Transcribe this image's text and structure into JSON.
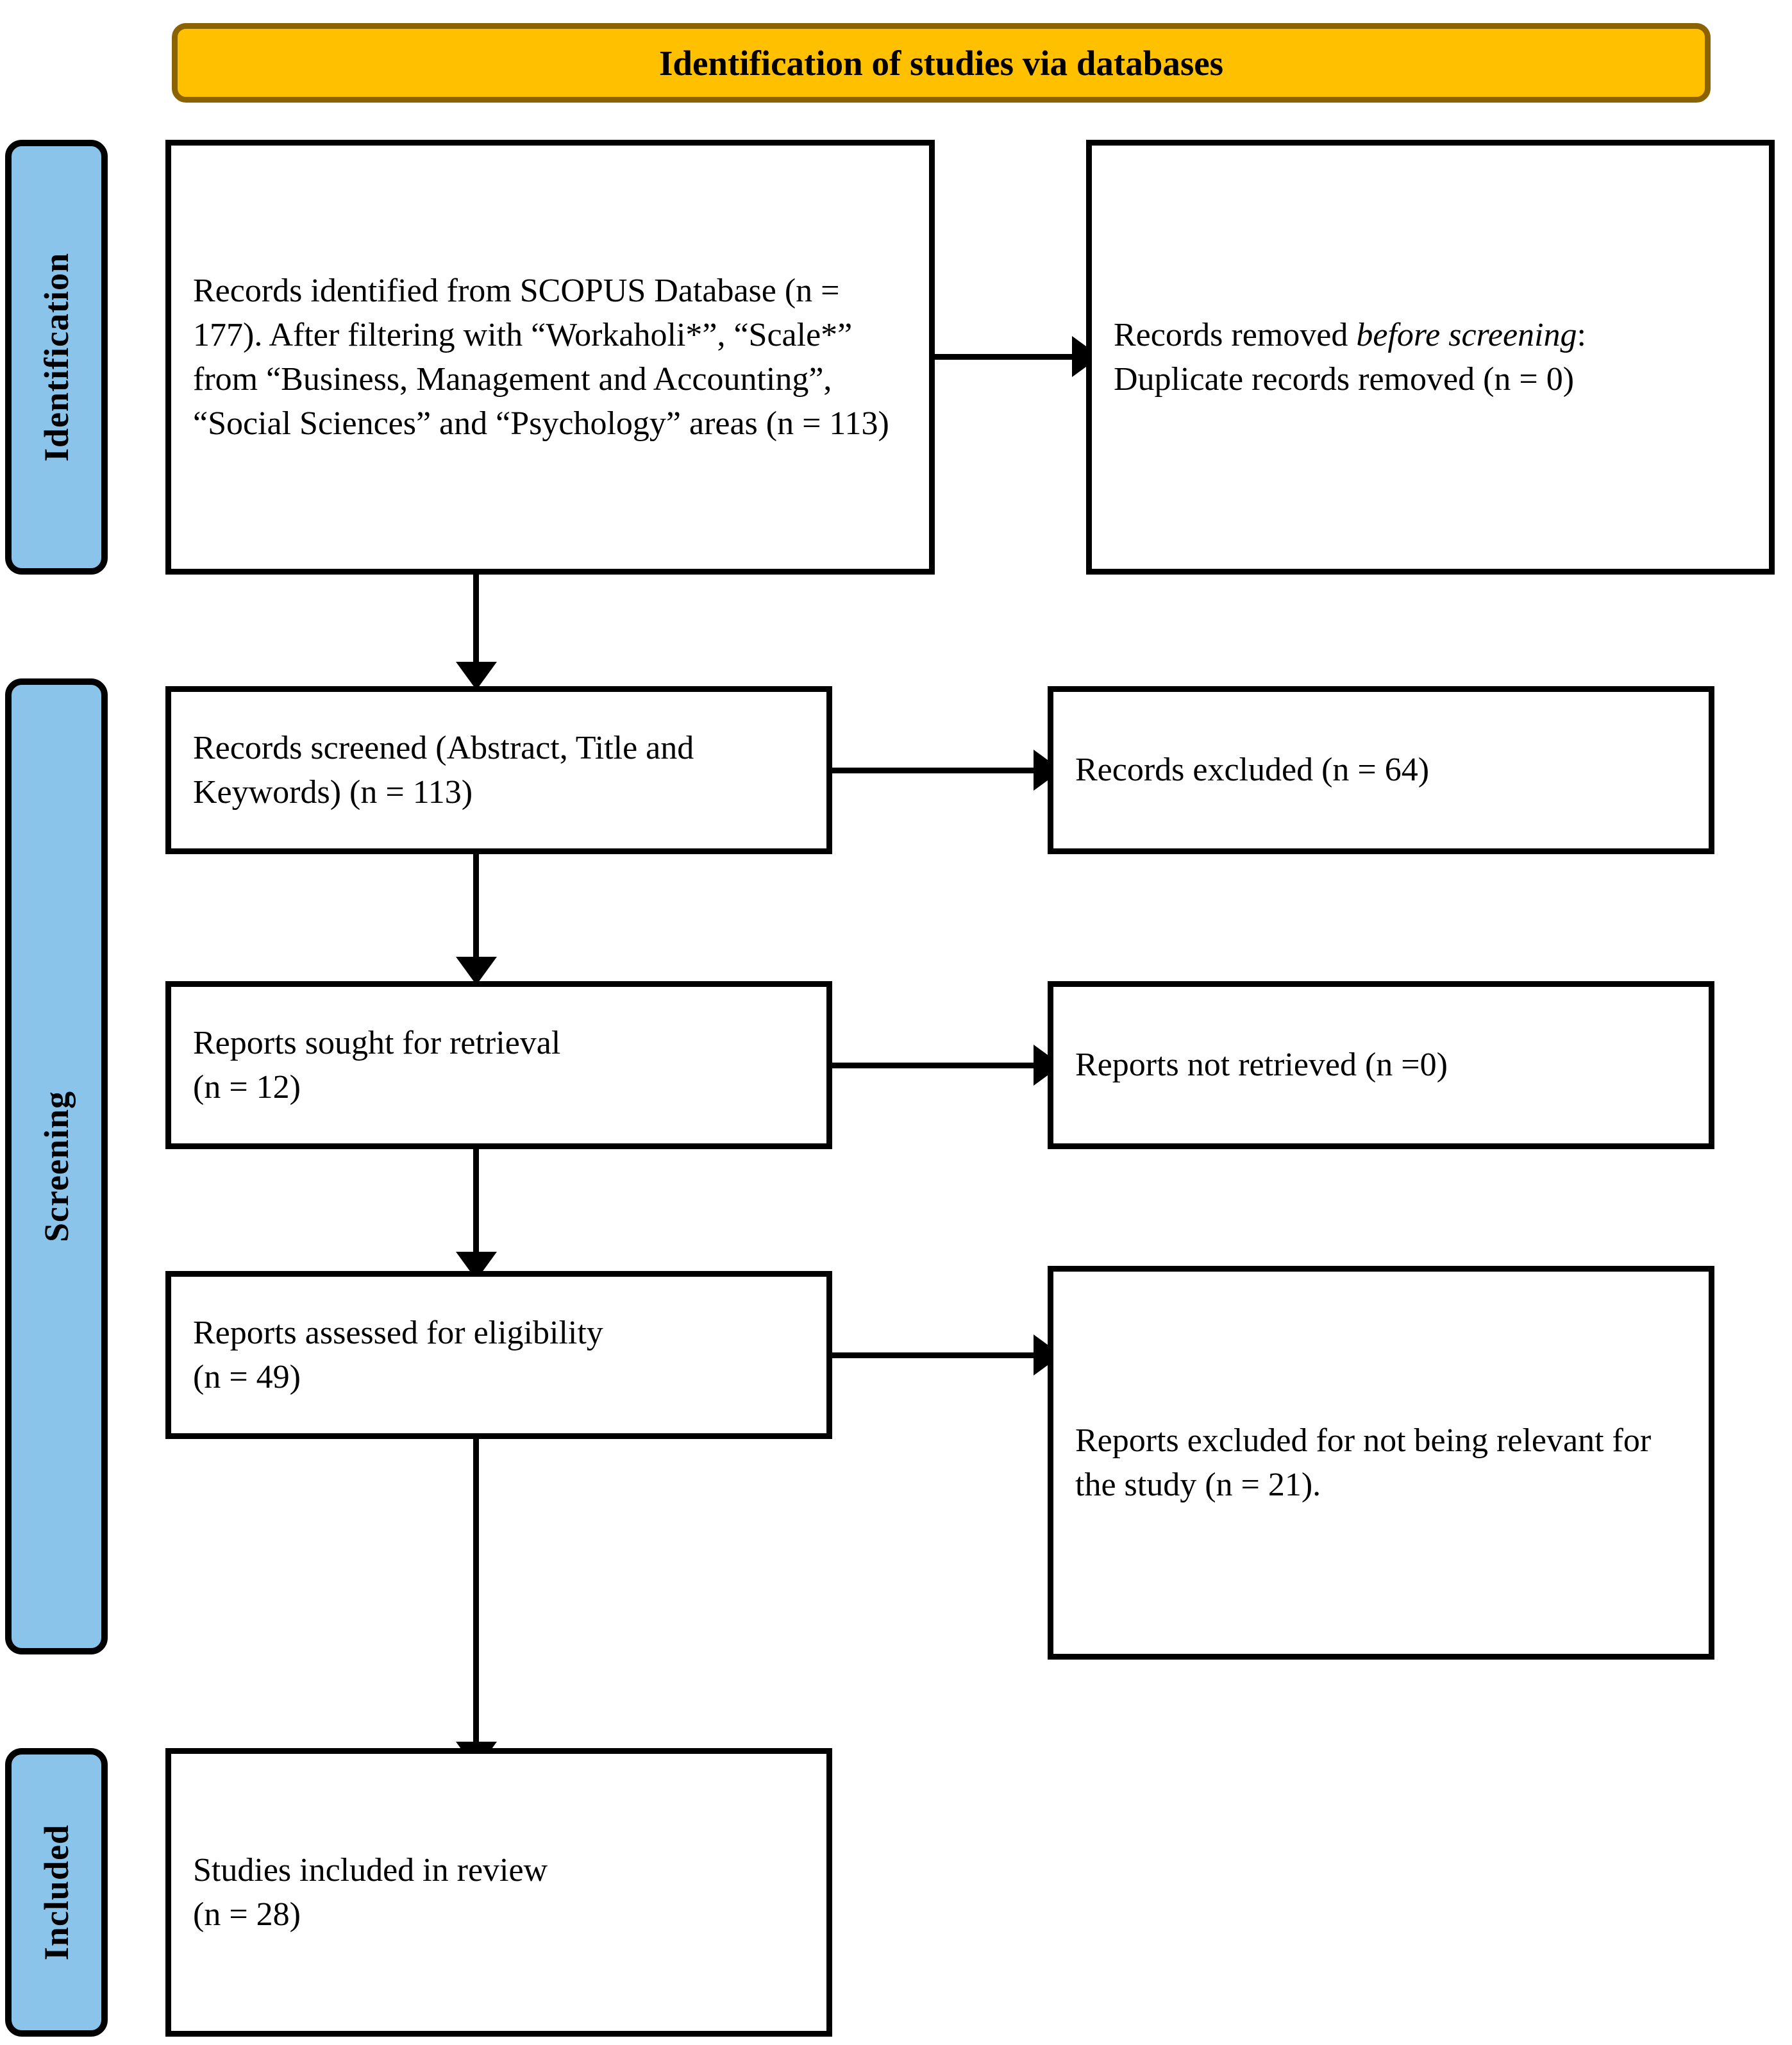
{
  "diagram": {
    "type": "prisma-flow-diagram",
    "header": {
      "title": "Identification of studies via databases"
    },
    "stages": [
      {
        "id": "identification",
        "label": "Identification"
      },
      {
        "id": "screening",
        "label": "Screening"
      },
      {
        "id": "included",
        "label": "Included"
      }
    ],
    "boxes": {
      "records_identified": {
        "text": "Records identified from SCOPUS Database (n = 177). After filtering with “Workaholi*”, “Scale*” from “Business, Management and Accounting”, “Social Sciences” and “Psychology” areas (n = 113)"
      },
      "records_removed": {
        "line1_prefix": "Records removed ",
        "line1_emphasis": "before screening",
        "line1_suffix": ":",
        "line2": "Duplicate records removed (n = 0)"
      },
      "records_screened": {
        "text": "Records screened (Abstract, Title and Keywords) (n = 113)"
      },
      "records_excluded": {
        "text": "Records excluded (n = 64)"
      },
      "reports_sought": {
        "line1": "Reports sought for retrieval",
        "line2": "(n = 12)"
      },
      "reports_not_retrieved": {
        "text": "Reports not retrieved (n =0)"
      },
      "reports_assessed": {
        "line1": "Reports assessed for eligibility",
        "line2": "(n = 49)"
      },
      "reports_excluded": {
        "text": "Reports excluded for not being relevant for the study (n = 21)."
      },
      "studies_included": {
        "line1": "Studies included in review",
        "line2": "(n = 28)"
      }
    },
    "colors": {
      "banner_fill": "#FFC000",
      "banner_border": "#8A6200",
      "stage_fill": "#8AC4EA",
      "box_border": "#000000",
      "box_fill": "#FFFFFF",
      "text": "#000000"
    }
  }
}
